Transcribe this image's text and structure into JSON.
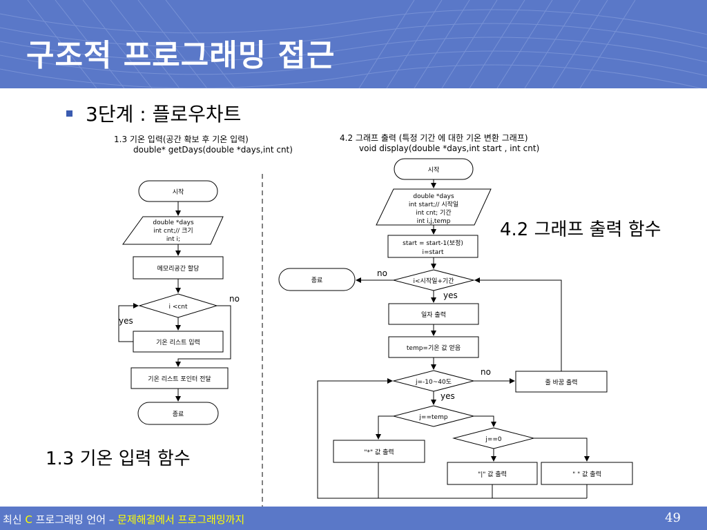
{
  "slide": {
    "title": "구조적 프로그래밍 접근",
    "bullet": "3단계 : 플로우차트",
    "page_number": "49"
  },
  "footer": {
    "part1": "최신 ",
    "part2": "C",
    "part3": " 프로그래밍 언어 – ",
    "part4": "문제해결에서 프로그래밍까지"
  },
  "left_chart": {
    "caption_line1": "1.3 기온 입력(공간 확보 후 기온 입력)",
    "caption_line2": "double* getDays(double *days,int cnt)",
    "label": "1.3 기온 입력 함수",
    "start": "시작",
    "decl_lines": [
      "double *days",
      "int cnt;// 크기",
      "int i;"
    ],
    "alloc": "메모리공간 할당",
    "cond": "i <cnt",
    "input": "기온 리스트 입력",
    "return": "기온 리스트 포인터 전달",
    "end": "종료",
    "no": "no",
    "yes": "yes"
  },
  "right_chart": {
    "caption_line1": "4.2 그래프 출력 (특정 기간 에 대한 기온 변환 그래프)",
    "caption_line2": "void display(double *days,int start , int cnt)",
    "label": "4.2 그래프 출력 함수",
    "start": "시작",
    "decl_lines": [
      "double *days",
      "int start;// 시작일",
      "int cnt; 기간",
      "int i,j,temp"
    ],
    "init_lines": [
      "start = start-1(보정)",
      "i=start"
    ],
    "cond1": "i<시작일+기간",
    "end": "종료",
    "print_date": "일자 출력",
    "temp_read": "temp=기온 값 얻음",
    "cond2": "j=-10~40도",
    "newline": "줄 바꿈 출력",
    "cond3": "j==temp",
    "cond4": "j==0",
    "print_star": "\"*\" 값 출력",
    "print_bar": "\"|\" 값 출력",
    "print_space": "\" \" 값 출력",
    "no1": "no",
    "yes1": "yes",
    "no2": "no",
    "yes2": "yes"
  }
}
